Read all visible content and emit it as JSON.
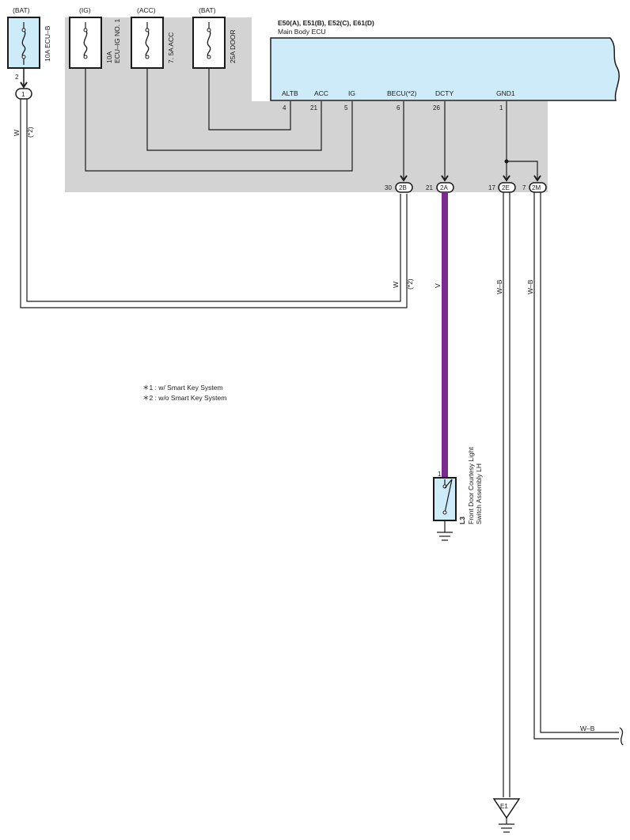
{
  "colors": {
    "shaded_area": "#d3d3d3",
    "fuse_fill": "#cdebf9",
    "ecu_fill": "#cdebf9",
    "wire_violet": "#7a2c8e",
    "wire_default": "#222222"
  },
  "fuses": [
    {
      "supply": "(BAT)",
      "label": "10A ECU–B"
    },
    {
      "supply": "(IG)",
      "label": "10A",
      "label2": "ECU–IG NO. 1"
    },
    {
      "supply": "(ACC)",
      "label": "7. 5A ACC"
    },
    {
      "supply": "(BAT)",
      "label": "25A DOOR"
    }
  ],
  "fuse_pin": "2",
  "splice_connector": "1",
  "ecu": {
    "connectors": "E50(A), E51(B), E52(C), E61(D)",
    "name": "Main Body ECU",
    "terminals": [
      {
        "name": "ALTB",
        "pin": "4"
      },
      {
        "name": "ACC",
        "pin": "21"
      },
      {
        "name": "IG",
        "pin": "5"
      },
      {
        "name": "BECU(*2)",
        "pin": "6"
      },
      {
        "name": "DCTY",
        "pin": "26"
      },
      {
        "name": "GND1",
        "pin": "1"
      }
    ]
  },
  "junction_connectors": [
    {
      "pin": "30",
      "id": "2B"
    },
    {
      "pin": "21",
      "id": "2A"
    },
    {
      "pin": "17",
      "id": "2E"
    },
    {
      "pin": "7",
      "id": "2M"
    }
  ],
  "wires": {
    "w_left": "W",
    "w_left_note": "(*2)",
    "w_becu": "W",
    "w_becu_note": "(*2)",
    "v_dcty": "V",
    "wb_2e": "W–B",
    "wb_2m": "W–B",
    "wb_bottom": "W–B"
  },
  "switch": {
    "pin": "1",
    "code": "L3",
    "name_line1": "Front Door Courtesy Light",
    "name_line2": "Switch Assembly LH"
  },
  "ground": {
    "label": "E1"
  },
  "notes": [
    "＊1 : w/ Smart Key System",
    "＊2 : w/o Smart Key System"
  ]
}
